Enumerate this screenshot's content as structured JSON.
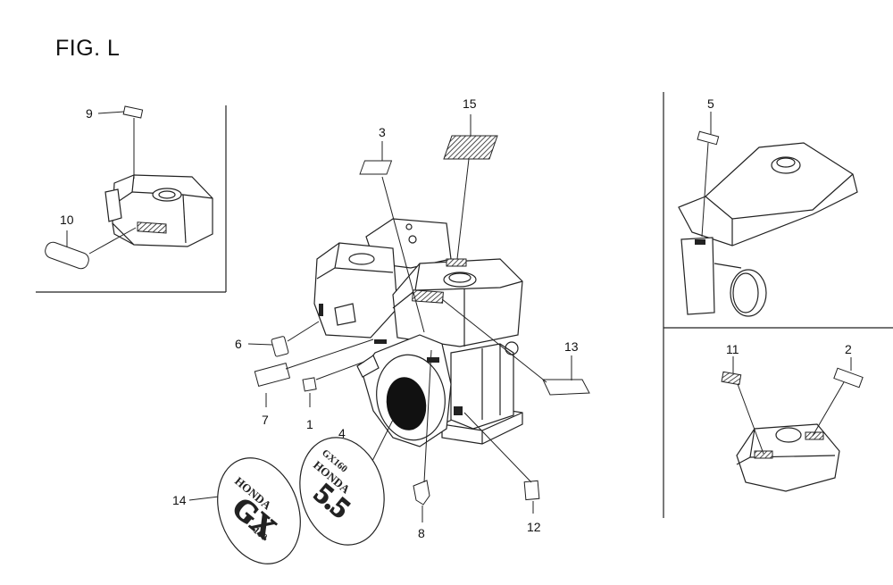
{
  "figure": {
    "title": "FIG. L"
  },
  "callouts": {
    "c1": "1",
    "c2": "2",
    "c3": "3",
    "c4": "4",
    "c5": "5",
    "c6": "6",
    "c7": "7",
    "c8": "8",
    "c9": "9",
    "c10": "10",
    "c11": "11",
    "c12": "12",
    "c13": "13",
    "c14": "14",
    "c15": "15"
  },
  "emblems": {
    "left": {
      "brand": "HONDA",
      "model": "GX",
      "sub": "160"
    },
    "right": {
      "top": "GX160",
      "brand": "HONDA",
      "hp": "5.5"
    }
  },
  "colors": {
    "line": "#222222",
    "background": "#ffffff"
  }
}
